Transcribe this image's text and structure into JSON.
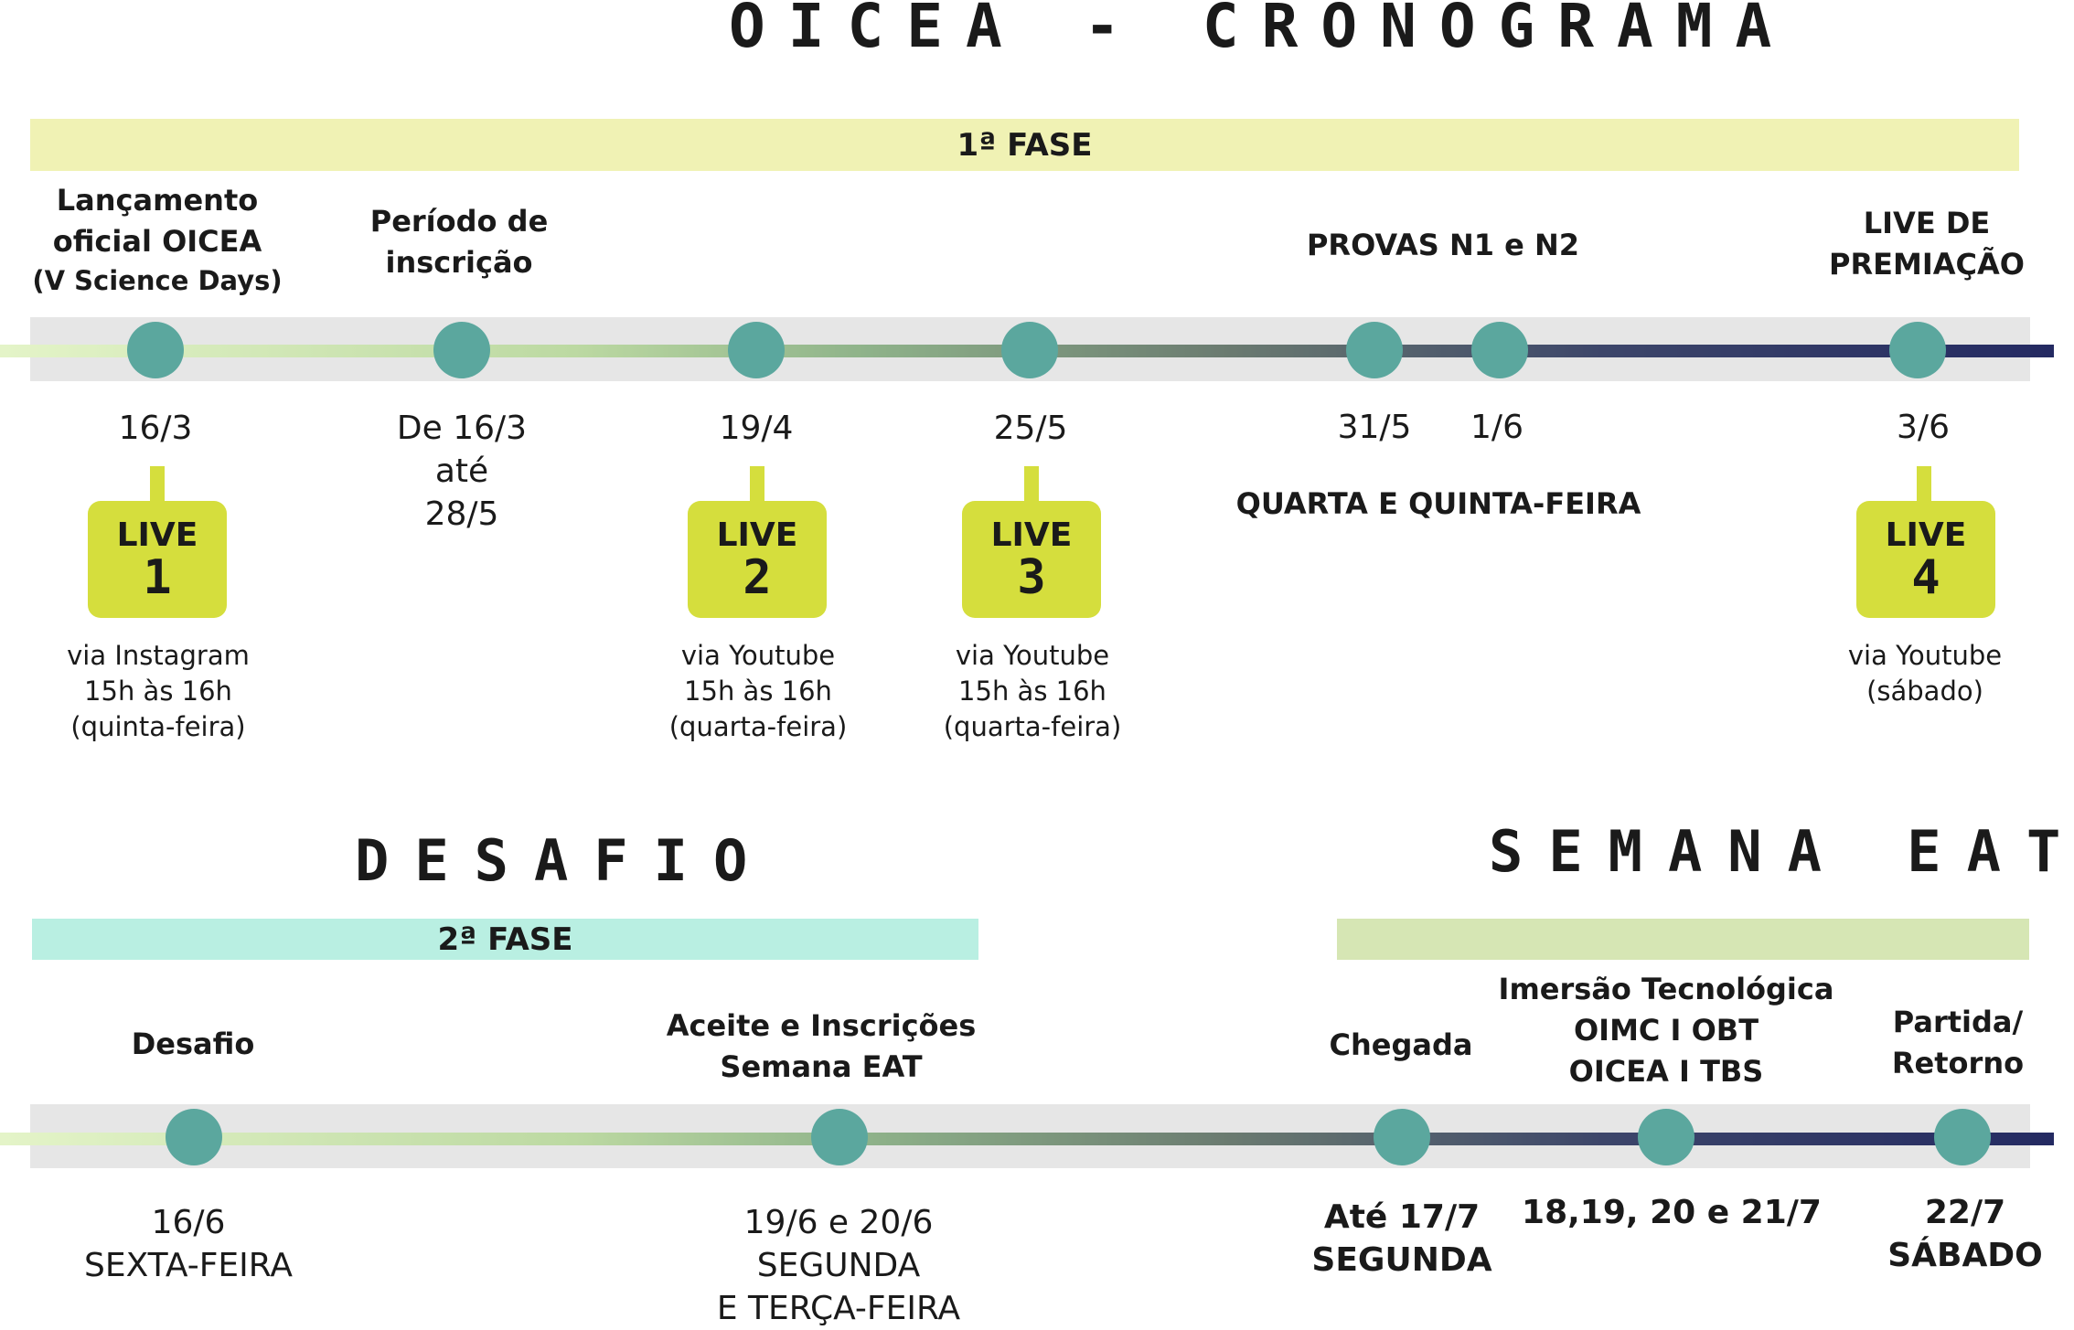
{
  "title_main": "OICEA - CRONOGRAMA",
  "title_desafio": "DESAFIO",
  "title_semana": "SEMANA EAT",
  "phase1_label": "1ª FASE",
  "phase2_label": "2ª FASE",
  "colors": {
    "phase1_band": "#f0f2b4",
    "phase2_band": "#b9efe2",
    "semana_band": "#d6e6b4",
    "node": "#5ba79e",
    "live_box": "#d5de3d",
    "track_gray": "#e6e6e6",
    "line_start": "#e4f4c8",
    "line_end": "#242a62"
  },
  "timeline1": {
    "labels": {
      "lancamento_line1": "Lançamento",
      "lancamento_line2": "oficial OICEA",
      "lancamento_line3": "(V Science Days)",
      "periodo_line1": "Período de",
      "periodo_line2": "inscrição",
      "provas": "PROVAS N1 e N2",
      "premiacao_line1": "LIVE DE",
      "premiacao_line2": "PREMIAÇÃO"
    },
    "dates": {
      "d1": "16/3",
      "d2_line1": "De 16/3",
      "d2_line2": "até",
      "d2_line3": "28/5",
      "d3": "19/4",
      "d4": "25/5",
      "d5": "31/5",
      "d6": "1/6",
      "d7": "3/6"
    },
    "provas_days": "QUARTA E QUINTA-FEIRA",
    "lives": [
      {
        "label": "LIVE",
        "num": "1",
        "line1": "via Instagram",
        "line2": "15h às 16h",
        "line3": "(quinta-feira)"
      },
      {
        "label": "LIVE",
        "num": "2",
        "line1": "via Youtube",
        "line2": "15h às 16h",
        "line3": "(quarta-feira)"
      },
      {
        "label": "LIVE",
        "num": "3",
        "line1": "via Youtube",
        "line2": "15h às 16h",
        "line3": "(quarta-feira)"
      },
      {
        "label": "LIVE",
        "num": "4",
        "line1": "via Youtube",
        "line2": "(sábado)"
      }
    ]
  },
  "timeline2": {
    "labels": {
      "desafio": "Desafio",
      "aceite_line1": "Aceite e Inscrições",
      "aceite_line2": "Semana EAT",
      "chegada": "Chegada",
      "imersao_line1": "Imersão Tecnológica",
      "imersao_line2": "OIMC I OBT",
      "imersao_line3": "OICEA I TBS",
      "partida_line1": "Partida/",
      "partida_line2": "Retorno"
    },
    "dates": {
      "desafio_line1": "16/6",
      "desafio_line2": "SEXTA-FEIRA",
      "aceite_line1": "19/6 e 20/6",
      "aceite_line2": "SEGUNDA",
      "aceite_line3": "E TERÇA-FEIRA",
      "chegada_line1": "Até 17/7",
      "chegada_line2": "SEGUNDA",
      "imersao": "18,19, 20 e 21/7",
      "partida_line1": "22/7",
      "partida_line2": "SÁBADO"
    }
  }
}
